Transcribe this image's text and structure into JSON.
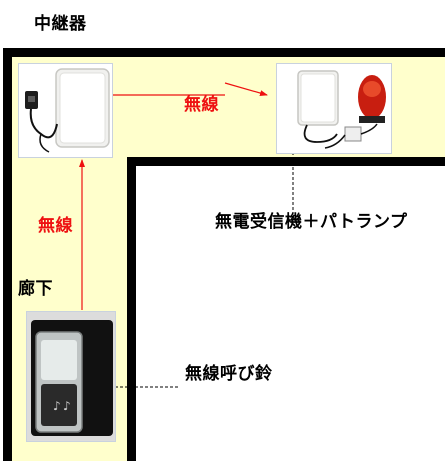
{
  "labels": {
    "repeater": "中継器",
    "wireless_top": "無線",
    "wireless_left": "無線",
    "receiver": "無電受信機＋パトランプ",
    "hallway": "廊下",
    "doorbell": "無線呼び鈴"
  },
  "colors": {
    "floor": "#ffffcc",
    "wall": "#000000",
    "signal": "#ee1111",
    "room": "#ffffff"
  }
}
